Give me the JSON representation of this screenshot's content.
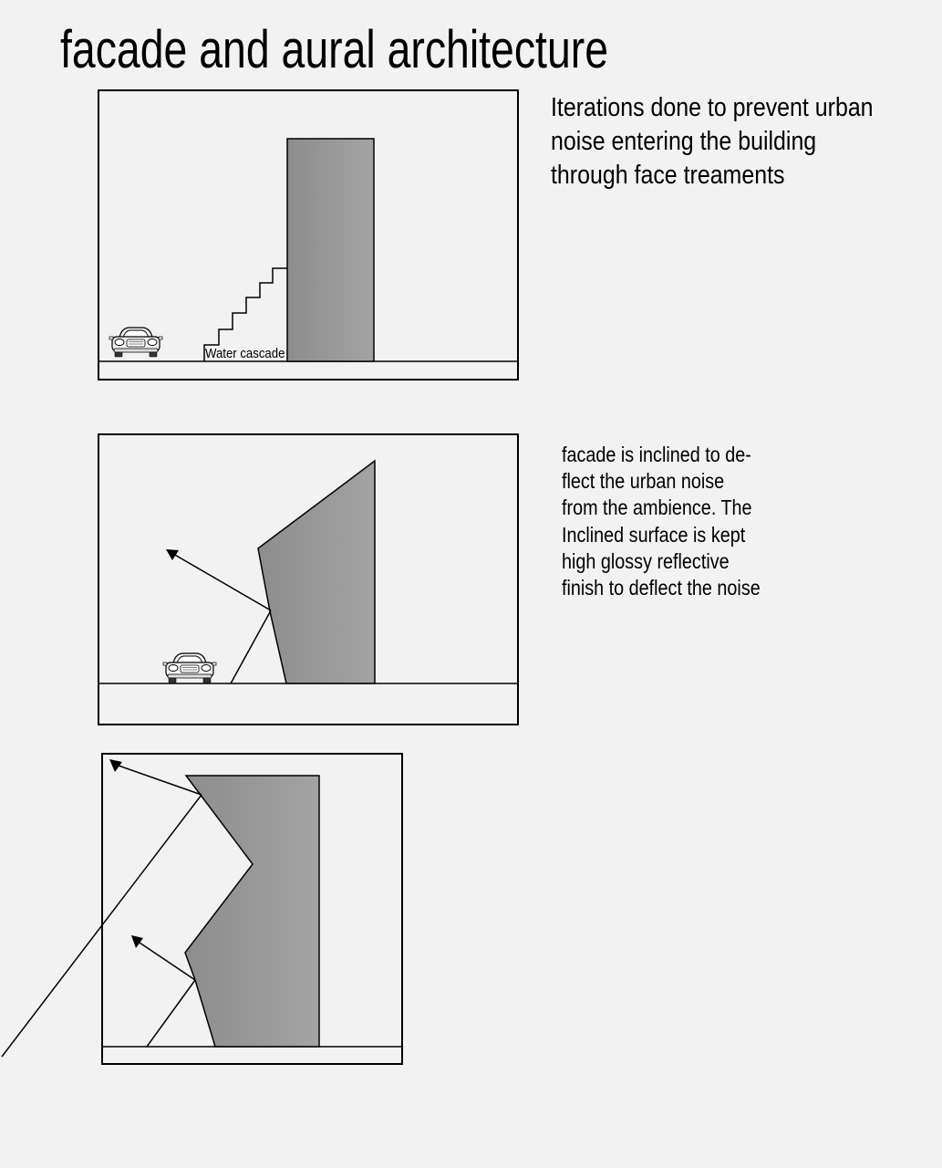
{
  "title": "facade and aural architecture",
  "captions": {
    "top": [
      "Iterations done to  prevent urban",
      "noise entering the building",
      "through face treaments"
    ],
    "middle": [
      "facade is inclined to de-",
      "flect the urban noise",
      "from the ambience. The",
      "Inclined surface is kept",
      "high glossy reflective",
      "finish to deflect the noise"
    ]
  },
  "panel1": {
    "label": "Water cascade"
  },
  "colors": {
    "background": "#f2f2f2",
    "building": "#999999",
    "ink": "#000000"
  },
  "icons": [
    "car-icon",
    "arrow-icon"
  ]
}
